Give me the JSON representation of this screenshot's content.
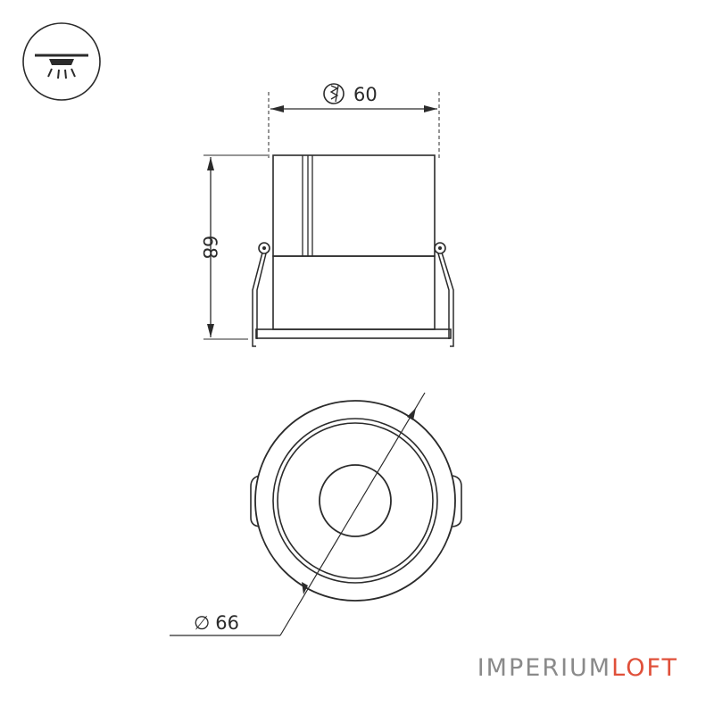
{
  "dimensions": {
    "cut_out": "60",
    "height": "68",
    "diameter": "66",
    "diameter_symbol": "∅"
  },
  "icons": {
    "mount_type": "recessed-downlight-icon",
    "cut_out_symbol": "cut-out-diameter-icon"
  },
  "brand": {
    "part1": "IMPERIUM",
    "part2": "LOFT",
    "color1": "#8a8a8a",
    "color2": "#e0503a"
  },
  "colors": {
    "line": "#2b2b2b"
  }
}
